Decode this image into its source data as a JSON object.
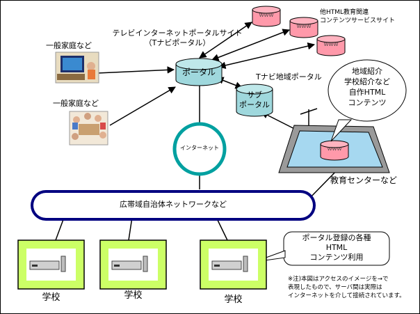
{
  "portal_site_title": "テレビインターネットポータルサイト",
  "portal_site_subtitle": "（Tナビポータル）",
  "portal_label": "ポータル",
  "sub_portal_label_1": "サブ",
  "sub_portal_label_2": "ポータル",
  "tnavi_region_label": "Tナビ地域ポータル",
  "other_sites_line1": "他HTML教育関連",
  "other_sites_line2": "コンテンツサービスサイト",
  "www_label": "WWW",
  "home_label_1": "一般家庭など",
  "home_label_2": "一般家庭など",
  "internet_label": "インターネット",
  "network_label": "広帯域自治体ネットワークなど",
  "callout_region": [
    "地域紹介",
    "学校紹介など",
    "自作HTML",
    "コンテンツ"
  ],
  "education_center_label": "教育センターなど",
  "callout_school": [
    "ポータル登録の各種",
    "HTML",
    "コンテンツ利用"
  ],
  "school_labels": [
    "学校",
    "学校",
    "学校"
  ],
  "note": [
    "※注)本図はアクセスのイメージを→で",
    "表現したもので、サーバ間は実際は",
    "インターネットを介して接続されています。"
  ],
  "colors": {
    "server": "#9fd8dd",
    "www_server": "#ff99aa",
    "school_frame": "#ccff66",
    "internet_ring": "#00a0a0",
    "center_tray": "#9a9a9a",
    "center_inner": "#a6d8f0"
  }
}
